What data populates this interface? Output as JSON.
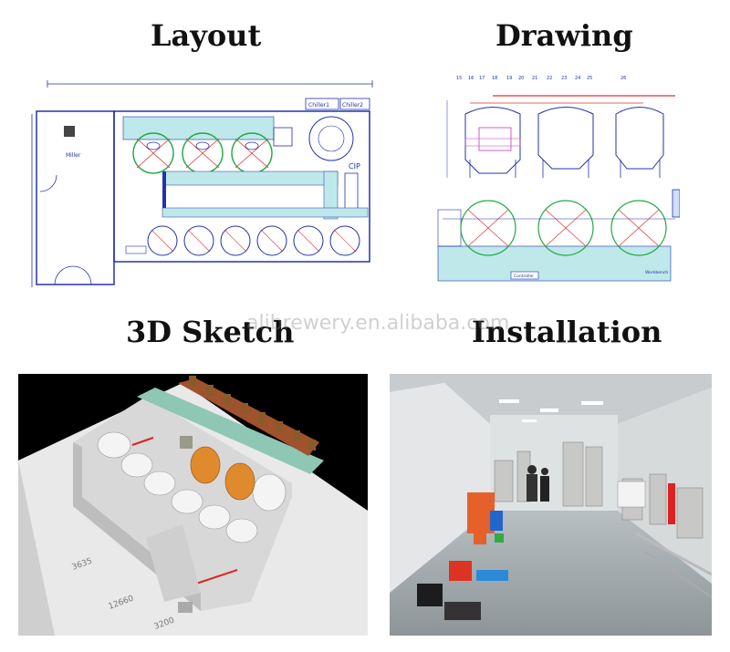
{
  "titles": {
    "layout": "Layout",
    "drawing": "Drawing",
    "sketch3d": "3D Sketch",
    "installation": "Installation"
  },
  "watermark": "alibrewery.en.alibaba.com",
  "layout_plan": {
    "room_label": "Miller",
    "chiller1": "Chiller1",
    "chiller2": "Chiller2",
    "cip": "CIP"
  },
  "drawing_plan": {
    "caption": "Controller",
    "side_label": "Workbench"
  },
  "sketch": {
    "dim1": "3635",
    "dim2": "12660",
    "dim3": "3200"
  },
  "colors": {
    "plan_line": "#2233aa",
    "tank_green": "#22aa44",
    "pipe_red": "#dd3333",
    "water_cyan": "#bfe8ea"
  }
}
